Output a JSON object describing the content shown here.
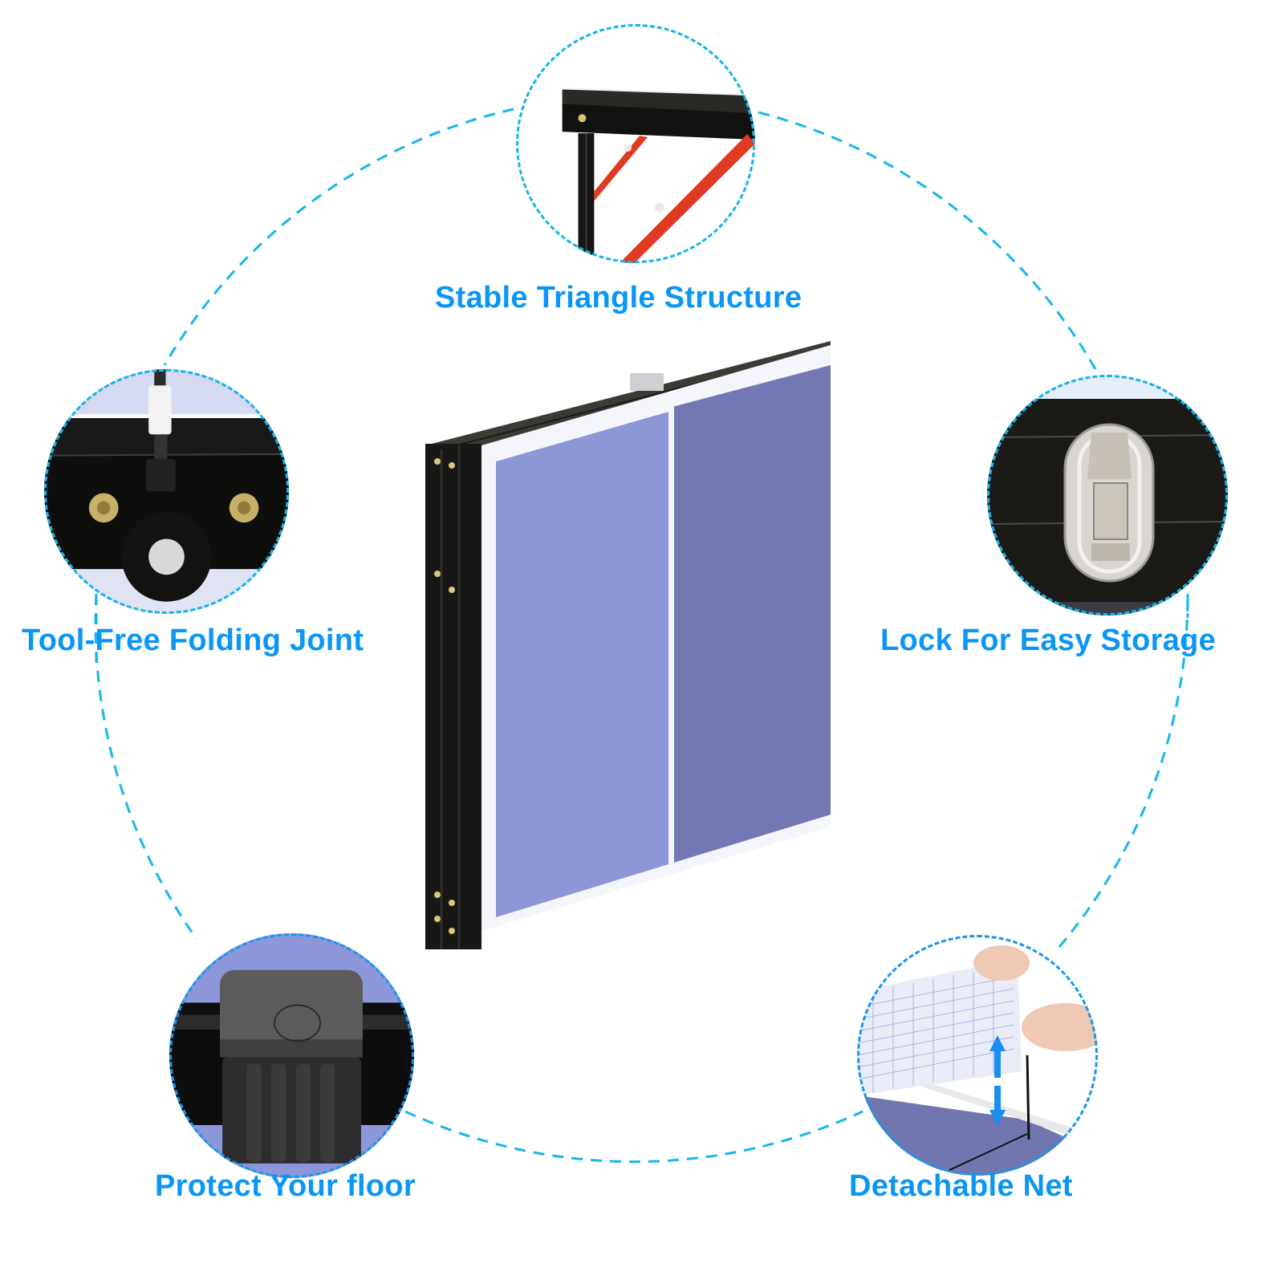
{
  "colors": {
    "label_blue": "#0a96f5",
    "ring_dash": "#15b7ea",
    "circle_dash": "#14a6ee",
    "table_blue_light": "#8c95d6",
    "table_blue_dark": "#6f73ad",
    "frame_black": "#1a1a18",
    "brace_red": "#e03a22",
    "chrome": "#d8d3cd",
    "net_white": "#eef0f6"
  },
  "features": [
    {
      "id": "stable-triangle-structure",
      "label": "Stable Triangle Structure",
      "icon": "folding-leg-brace-icon"
    },
    {
      "id": "tool-free-folding-joint",
      "label": "Tool-Free Folding Joint",
      "icon": "caster-wheel-joint-icon"
    },
    {
      "id": "lock-for-easy-storage",
      "label": "Lock For Easy Storage",
      "icon": "latch-lock-icon"
    },
    {
      "id": "protect-your-floor",
      "label": "Protect Your floor",
      "icon": "rubber-foot-cap-icon"
    },
    {
      "id": "detachable-net",
      "label": "Detachable Net",
      "icon": "net-post-icon"
    }
  ],
  "center_product": {
    "name": "folded-ping-pong-table",
    "icon": "folded-table-icon"
  }
}
